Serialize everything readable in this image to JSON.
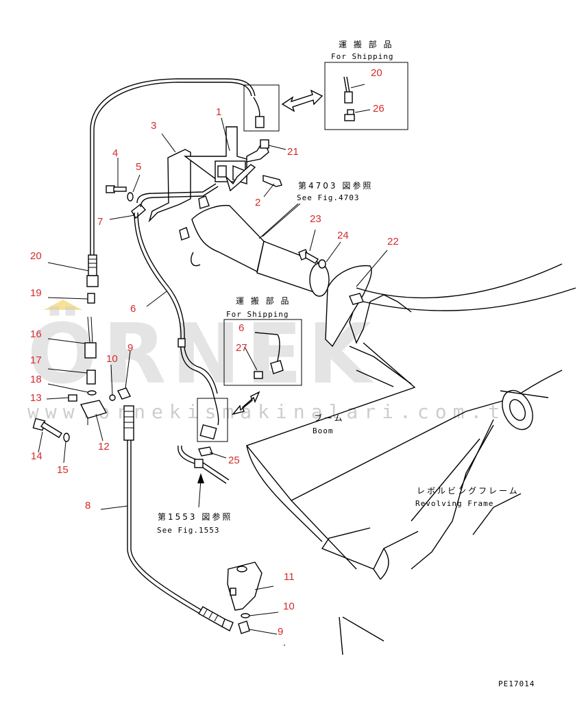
{
  "callouts": [
    {
      "id": "1",
      "label": "1"
    },
    {
      "id": "2",
      "label": "2"
    },
    {
      "id": "3",
      "label": "3"
    },
    {
      "id": "4",
      "label": "4"
    },
    {
      "id": "5",
      "label": "5"
    },
    {
      "id": "6a",
      "label": "6"
    },
    {
      "id": "7",
      "label": "7"
    },
    {
      "id": "8",
      "label": "8"
    },
    {
      "id": "9a",
      "label": "9"
    },
    {
      "id": "9b",
      "label": "9"
    },
    {
      "id": "10a",
      "label": "10"
    },
    {
      "id": "10b",
      "label": "10"
    },
    {
      "id": "11",
      "label": "11"
    },
    {
      "id": "12",
      "label": "12"
    },
    {
      "id": "13",
      "label": "13"
    },
    {
      "id": "14",
      "label": "14"
    },
    {
      "id": "15",
      "label": "15"
    },
    {
      "id": "16",
      "label": "16"
    },
    {
      "id": "17",
      "label": "17"
    },
    {
      "id": "18",
      "label": "18"
    },
    {
      "id": "19",
      "label": "19"
    },
    {
      "id": "20a",
      "label": "20"
    },
    {
      "id": "20b",
      "label": "20"
    },
    {
      "id": "21",
      "label": "21"
    },
    {
      "id": "22",
      "label": "22"
    },
    {
      "id": "23",
      "label": "23"
    },
    {
      "id": "24",
      "label": "24"
    },
    {
      "id": "25",
      "label": "25"
    },
    {
      "id": "26",
      "label": "26"
    },
    {
      "id": "6b",
      "label": "6"
    },
    {
      "id": "27",
      "label": "27"
    }
  ],
  "shipping_box_top": {
    "jp": "運 搬 部 品",
    "en": "For Shipping"
  },
  "shipping_box_mid": {
    "jp": "運 搬 部 品",
    "en": "For Shipping"
  },
  "ref_4703": {
    "jp": "第4703 図参照",
    "en": "See Fig.4703"
  },
  "ref_1553": {
    "jp": "第1553 図参照",
    "en": "See Fig.1553"
  },
  "boom_label": {
    "jp": "ブーム",
    "en": "Boom"
  },
  "frame_label": {
    "jp": "レボルビングフレーム",
    "en": "Revolving Frame"
  },
  "figure_code": "PE17014",
  "watermark": {
    "brand": "ÖRNEK",
    "url": "www.ornekismakinalari.com.tr"
  },
  "colors": {
    "callout": "#d42a2a",
    "watermark": "#cfcfcf",
    "line": "#000000"
  }
}
